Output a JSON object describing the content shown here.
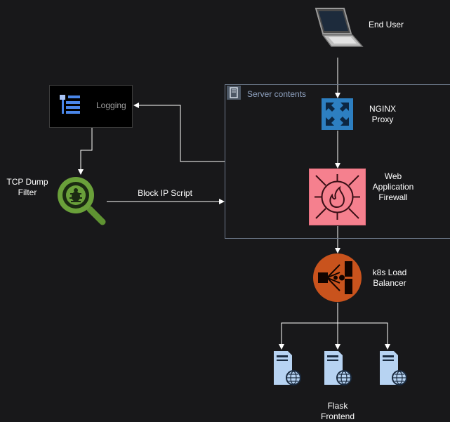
{
  "nodes": {
    "end_user": "End User",
    "server_group": "Server contents",
    "logging": "Logging",
    "nginx": [
      "NGINX",
      "Proxy"
    ],
    "waf": [
      "Web",
      "Application",
      "Firewall"
    ],
    "tcp_dump": [
      "TCP Dump",
      "Filter"
    ],
    "load_balancer": [
      "k8s Load",
      "Balancer"
    ],
    "flask": [
      "Flask",
      "Frontend"
    ]
  },
  "edges": {
    "block_ip": "Block IP Script"
  },
  "icons": {
    "end_user": "laptop-icon",
    "server_group": "server-rack-icon",
    "logging": "logging-list-icon",
    "nginx": "proxy-arrows-icon",
    "waf": "firewall-icon",
    "tcp_dump": "bug-magnifier-icon",
    "load_balancer": "load-balancer-icon",
    "flask": "web-server-icon"
  },
  "colors": {
    "background": "#18181a",
    "nginx": "#2d7fc1",
    "waf": "#f5808e",
    "load_balancer": "#c9531d",
    "tcp_dump": "#6aa03a",
    "server": "#b7d3f2",
    "group_border": "#6e7a8c"
  }
}
